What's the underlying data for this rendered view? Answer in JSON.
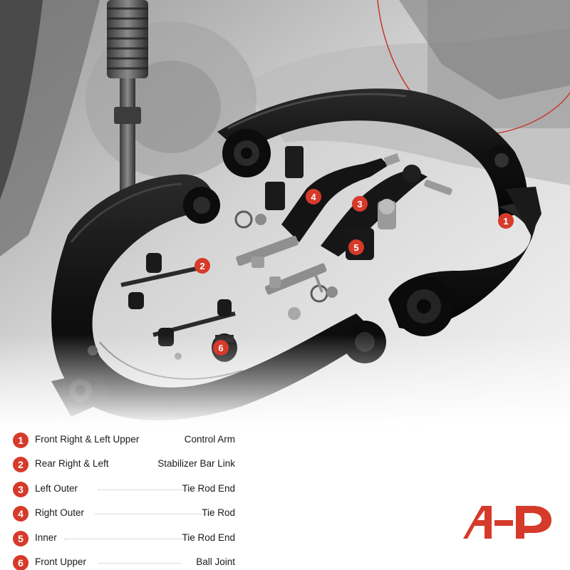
{
  "brand": {
    "accent": "#d63a2a",
    "logo": "a-premium-logo-icon"
  },
  "parts": [
    {
      "number": "1",
      "name": "Front Right  & Left Upper",
      "type": "Control Arm"
    },
    {
      "number": "2",
      "name": "Rear Right  & Left",
      "type": "Stabilizer Bar Link"
    },
    {
      "number": "3",
      "name": "Left Outer",
      "type": "Tie Rod End"
    },
    {
      "number": "4",
      "name": "Right Outer",
      "type": "Tie Rod"
    },
    {
      "number": "5",
      "name": "Inner",
      "type": "Tie Rod End"
    },
    {
      "number": "6",
      "name": "Front Upper",
      "type": "Ball Joint"
    }
  ]
}
